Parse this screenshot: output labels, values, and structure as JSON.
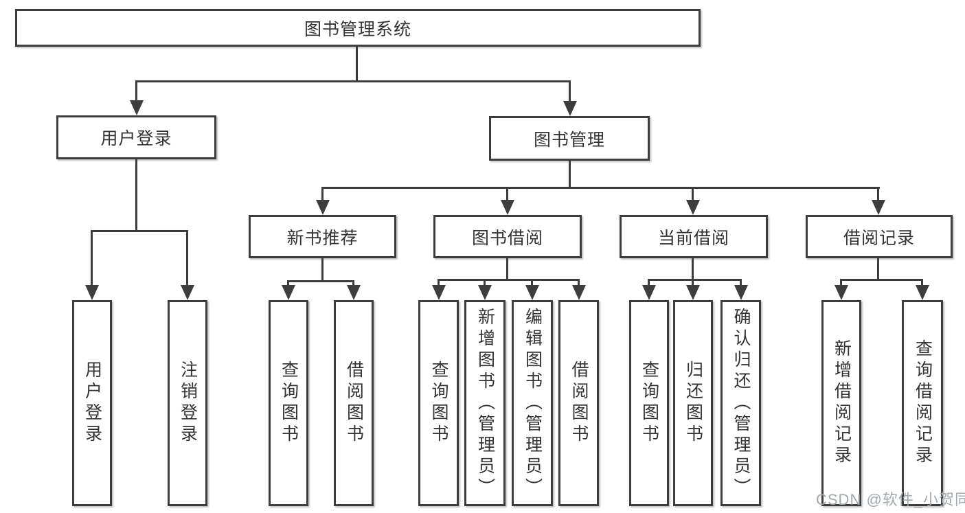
{
  "colors": {
    "line": "#3d3d3d",
    "text": "#333333",
    "background": "#ffffff",
    "watermark": "#a3a8ad"
  },
  "nodes": {
    "root": "图书管理系统",
    "user_login": "用户登录",
    "book_mgmt": "图书管理",
    "new_book_rec": "新书推荐",
    "book_borrow": "图书借阅",
    "current_borrow": "当前借阅",
    "borrow_records": "借阅记录",
    "leaf_user_login": "用户登录",
    "leaf_logout": "注销登录",
    "leaf_rec_query": "查询图书",
    "leaf_rec_borrow": "借阅图书",
    "leaf_bb_query": "查询图书",
    "leaf_bb_add": "新增图书（管理员）",
    "leaf_bb_edit": "编辑图书（管理员）",
    "leaf_bb_borrow": "借阅图书",
    "leaf_cb_query": "查询图书",
    "leaf_cb_return": "归还图书",
    "leaf_cb_confirm": "确认归还（管理员）",
    "leaf_br_add": "新增借阅记录",
    "leaf_br_query": "查询借阅记录"
  },
  "watermark": "CSDN @软件_小贺同学"
}
